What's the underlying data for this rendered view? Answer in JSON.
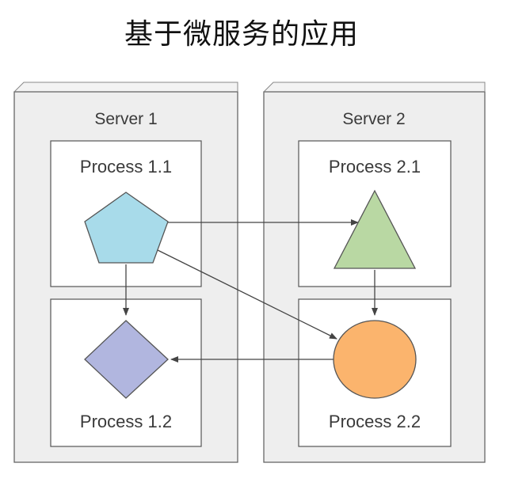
{
  "title": "基于微服务的应用",
  "servers": [
    {
      "label": "Server 1"
    },
    {
      "label": "Server 2"
    }
  ],
  "processes": {
    "p11": {
      "label": "Process 1.1",
      "shape": "pentagon",
      "color": "#a8dbea"
    },
    "p12": {
      "label": "Process 1.2",
      "shape": "diamond",
      "color": "#b1b6df"
    },
    "p21": {
      "label": "Process 2.1",
      "shape": "triangle",
      "color": "#b9d8a3"
    },
    "p22": {
      "label": "Process 2.2",
      "shape": "circle",
      "color": "#fbb46d"
    }
  },
  "colors": {
    "server_fill": "#eeeeee",
    "border": "#666666",
    "arrow": "#444444"
  }
}
